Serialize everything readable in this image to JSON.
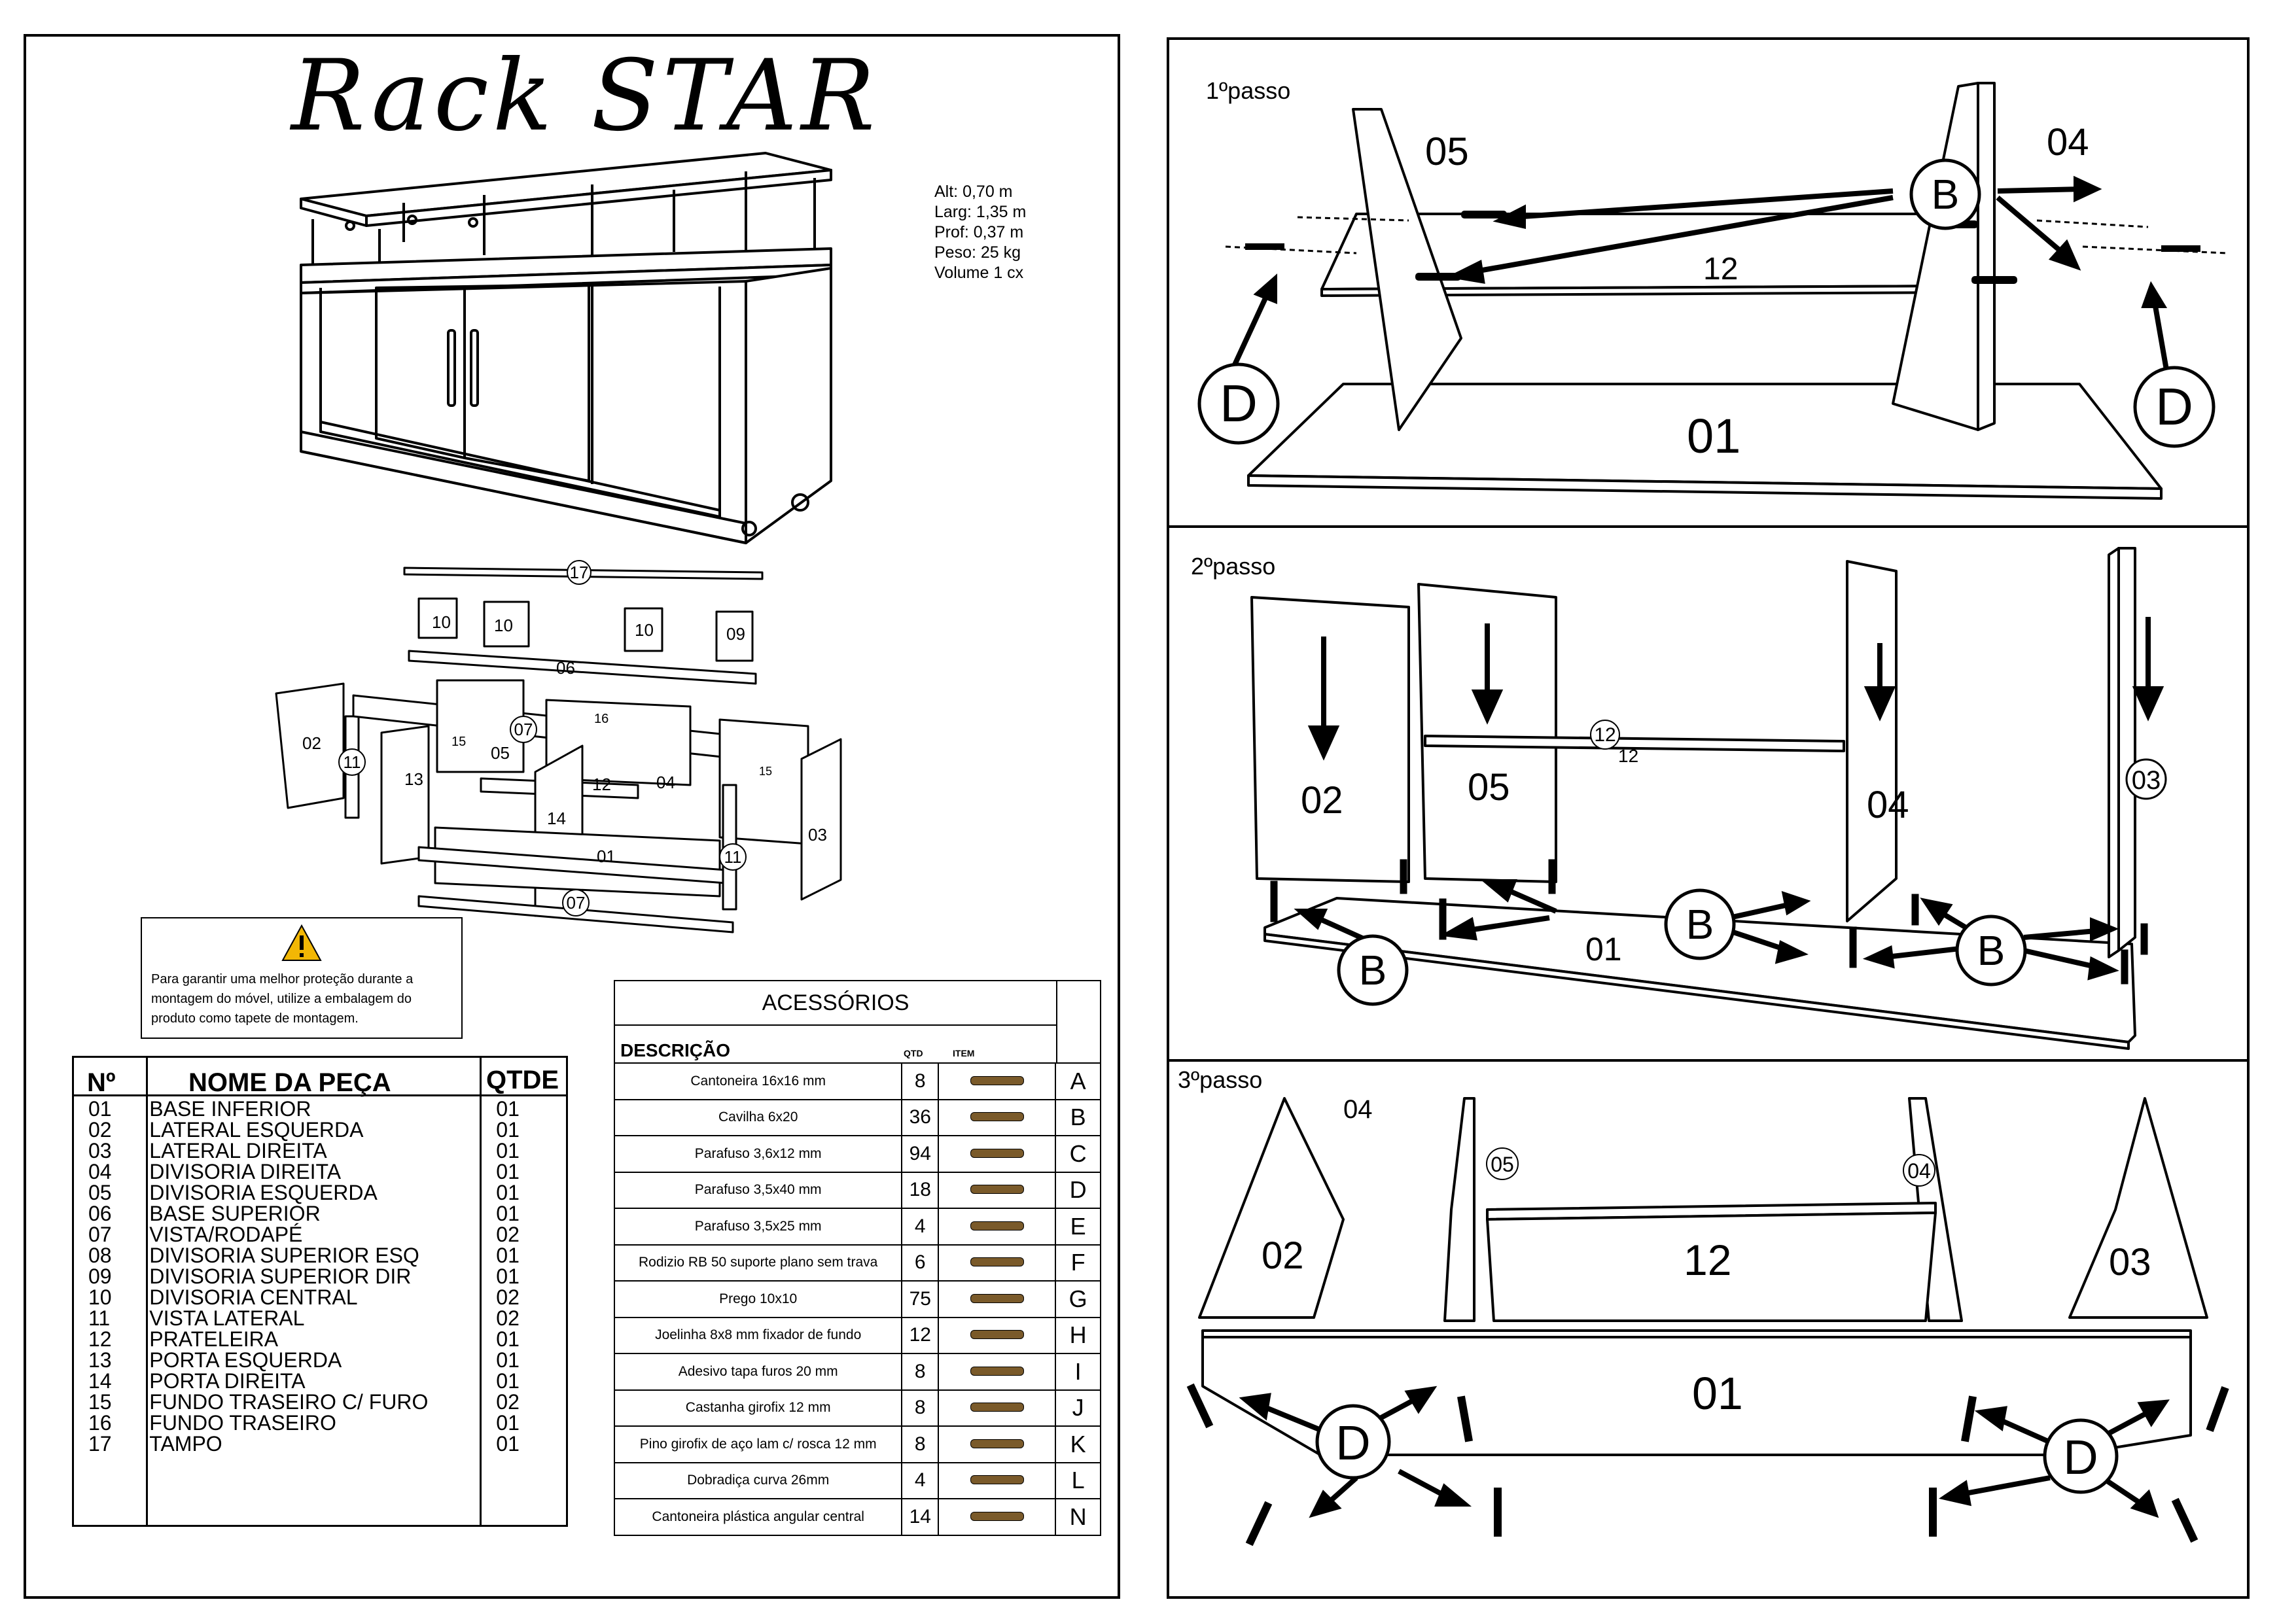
{
  "title": "Rack STAR",
  "specs": [
    "Alt: 0,70 m",
    "Larg: 1,35 m",
    "Prof: 0,37 m",
    "Peso: 25 kg",
    "Volume 1 cx"
  ],
  "warning": [
    "Para garantir uma melhor proteção durante a",
    "montagem do móvel, utilize a embalagem do",
    "produto como tapete de montagem."
  ],
  "parts": {
    "headers": [
      "Nº",
      "NOME DA PEÇA",
      "QTDE"
    ],
    "rows": [
      [
        "01",
        "BASE INFERIOR",
        "01"
      ],
      [
        "02",
        "LATERAL ESQUERDA",
        "01"
      ],
      [
        "03",
        "LATERAL DIREITA",
        "01"
      ],
      [
        "04",
        "DIVISORIA DIREITA",
        "01"
      ],
      [
        "05",
        "DIVISORIA ESQUERDA",
        "01"
      ],
      [
        "06",
        "BASE SUPERIOR",
        "01"
      ],
      [
        "07",
        "VISTA/RODAPÉ",
        "02"
      ],
      [
        "08",
        "DIVISORIA SUPERIOR ESQ",
        "01"
      ],
      [
        "09",
        "DIVISORIA SUPERIOR DIR",
        "01"
      ],
      [
        "10",
        "DIVISORIA CENTRAL",
        "02"
      ],
      [
        "11",
        "VISTA LATERAL",
        "02"
      ],
      [
        "12",
        "PRATELEIRA",
        "01"
      ],
      [
        "13",
        "PORTA ESQUERDA",
        "01"
      ],
      [
        "14",
        "PORTA DIREITA",
        "01"
      ],
      [
        "15",
        "FUNDO TRASEIRO C/ FURO",
        "02"
      ],
      [
        "16",
        "FUNDO TRASEIRO",
        "01"
      ],
      [
        "17",
        "TAMPO",
        "01"
      ]
    ]
  },
  "accessories": {
    "title": "ACESSÓRIOS",
    "headers": [
      "DESCRIÇÃO",
      "QTD",
      "ITEM"
    ],
    "rows": [
      [
        "Cantoneira 16x16 mm",
        "8",
        "A"
      ],
      [
        "Cavilha 6x20",
        "36",
        "B"
      ],
      [
        "Parafuso 3,6x12 mm",
        "94",
        "C"
      ],
      [
        "Parafuso 3,5x40 mm",
        "18",
        "D"
      ],
      [
        "Parafuso 3,5x25 mm",
        "4",
        "E"
      ],
      [
        "Rodizio RB 50 suporte plano sem trava",
        "6",
        "F"
      ],
      [
        "Prego 10x10",
        "75",
        "G"
      ],
      [
        "Joelinha 8x8 mm fixador de fundo",
        "12",
        "H"
      ],
      [
        "Adesivo tapa furos 20 mm",
        "8",
        "I"
      ],
      [
        "Castanha girofix  12 mm",
        "8",
        "J"
      ],
      [
        "Pino  girofix de aço lam c/ rosca 12 mm",
        "8",
        "K"
      ],
      [
        "Dobradiça curva 26mm",
        "4",
        "L"
      ],
      [
        "Cantoneira plástica  angular central",
        "14",
        "N"
      ]
    ]
  },
  "exploded_labels": [
    "17",
    "10",
    "10",
    "10",
    "09",
    "06",
    "02",
    "11",
    "15",
    "05",
    "07",
    "16",
    "13",
    "12",
    "04",
    "14",
    "01",
    "15",
    "11",
    "03",
    "07"
  ],
  "steps": {
    "s1": {
      "title": "1ºpasso",
      "labels": [
        "05",
        "04",
        "B",
        "12",
        "D",
        "D",
        "01"
      ]
    },
    "s2": {
      "title": "2ºpasso",
      "labels": [
        "02",
        "05",
        "12",
        "12",
        "04",
        "03",
        "01",
        "B",
        "B",
        "B"
      ]
    },
    "s3": {
      "title": "3ºpasso",
      "labels": [
        "04",
        "05",
        "04",
        "02",
        "12",
        "03",
        "01",
        "D",
        "D"
      ]
    }
  }
}
